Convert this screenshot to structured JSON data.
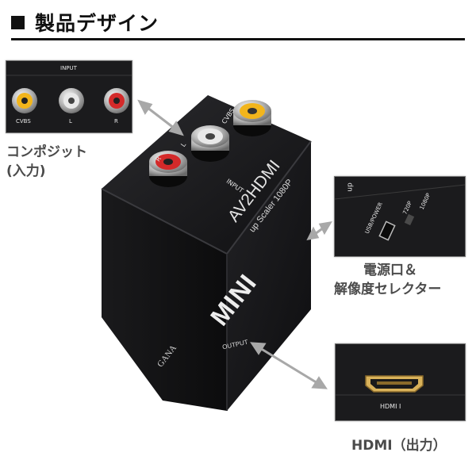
{
  "header": {
    "title": "製品デザイン"
  },
  "composite": {
    "caption_line1": "コンポジット",
    "caption_line2": "(入力)",
    "panel_title": "INPUT",
    "port_labels": [
      "CVBS",
      "L",
      "R"
    ]
  },
  "power": {
    "caption_line1": "電源口＆",
    "caption_line2": "解像度セレクター",
    "panel_text_up": "up",
    "panel_text_usb": "USB/POWER",
    "panel_text_720": "720P",
    "panel_text_1080": "1080P"
  },
  "hdmi": {
    "caption": "HDMI（出力）",
    "panel_label": "HDMI I"
  },
  "device": {
    "model": "AV2HDMI",
    "subtitle": "up Scaler 1080P",
    "brand_logo": "MINI",
    "maker": "GANA",
    "top_label": "INPUT",
    "top_ports": [
      "R",
      "L",
      "CVBS"
    ],
    "front_label": "OUTPUT"
  },
  "colors": {
    "yellow_port": "#f2b51c",
    "white_port": "#e9e9e9",
    "red_port": "#d42a2a",
    "body": "#151517"
  }
}
